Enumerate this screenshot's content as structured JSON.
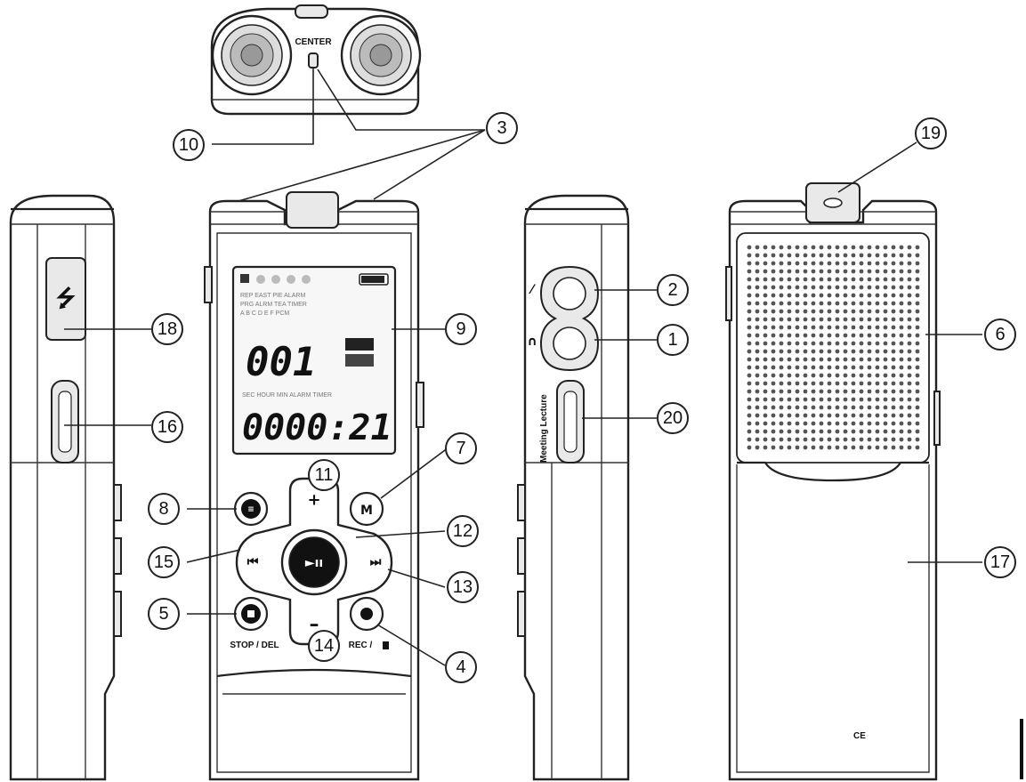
{
  "labels": {
    "center": "CENTER",
    "stop_del": "STOP / DEL",
    "rec": "REC /",
    "ce_mark": "CE",
    "side_switch_text": "Meeting Lecture",
    "mode_button": "M"
  },
  "display": {
    "file_number": "001",
    "counter": "0000:21"
  },
  "callouts": [
    {
      "id": "1",
      "label": "1"
    },
    {
      "id": "2",
      "label": "2"
    },
    {
      "id": "3",
      "label": "3"
    },
    {
      "id": "4",
      "label": "4"
    },
    {
      "id": "5",
      "label": "5"
    },
    {
      "id": "6",
      "label": "6"
    },
    {
      "id": "7",
      "label": "7"
    },
    {
      "id": "8",
      "label": "8"
    },
    {
      "id": "9",
      "label": "9"
    },
    {
      "id": "10",
      "label": "10"
    },
    {
      "id": "11",
      "label": "11"
    },
    {
      "id": "12",
      "label": "12"
    },
    {
      "id": "13",
      "label": "13"
    },
    {
      "id": "14",
      "label": "14"
    },
    {
      "id": "15",
      "label": "15"
    },
    {
      "id": "16",
      "label": "16"
    },
    {
      "id": "17",
      "label": "17"
    },
    {
      "id": "18",
      "label": "18"
    },
    {
      "id": "19",
      "label": "19"
    },
    {
      "id": "20",
      "label": "20"
    }
  ],
  "icons": {
    "usb": "usb-icon",
    "play_pause": "play-pause-icon",
    "prev": "previous-track-icon",
    "next": "next-track-icon",
    "record": "record-icon",
    "stop": "stop-icon",
    "menu": "menu-icon",
    "mic": "microphone-icon",
    "headphone": "headphone-icon"
  }
}
